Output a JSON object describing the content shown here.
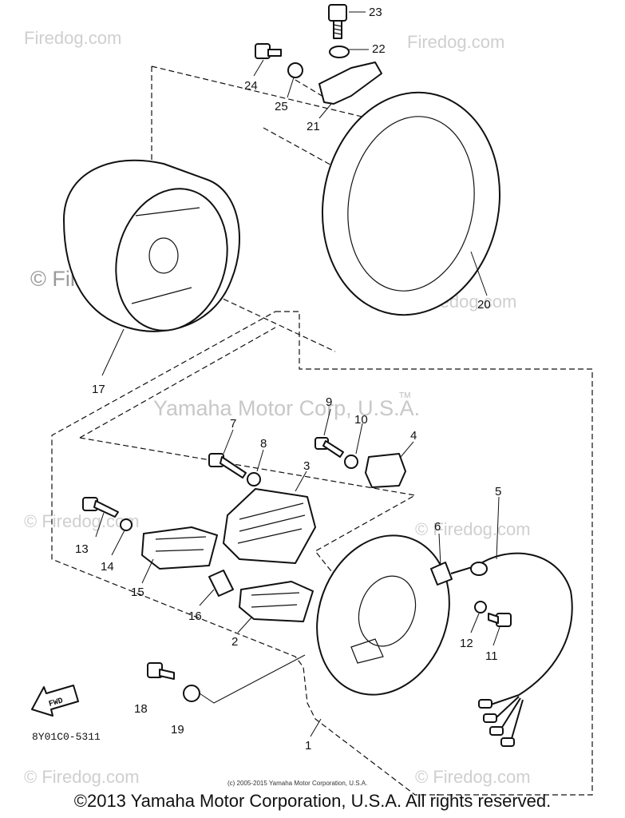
{
  "watermarks": {
    "firedog": "© Firedog.com",
    "firedog_short": "Firedog.com",
    "yamaha": "Yamaha Motor Corp, U.S.A.",
    "tm": "TM"
  },
  "diagram_code": "8Y01C0-5311",
  "fwd_label": "FWD",
  "fine_print": "(c) 2005-2015 Yamaha Motor Corporation, U.S.A.",
  "copyright": "©2013 Yamaha Motor Corporation, U.S.A. All rights reserved.",
  "callouts": [
    "23",
    "22",
    "24",
    "25",
    "21",
    "20",
    "17",
    "9",
    "7",
    "10",
    "8",
    "4",
    "3",
    "5",
    "13",
    "14",
    "6",
    "15",
    "16",
    "2",
    "12",
    "11",
    "18",
    "19",
    "1"
  ]
}
